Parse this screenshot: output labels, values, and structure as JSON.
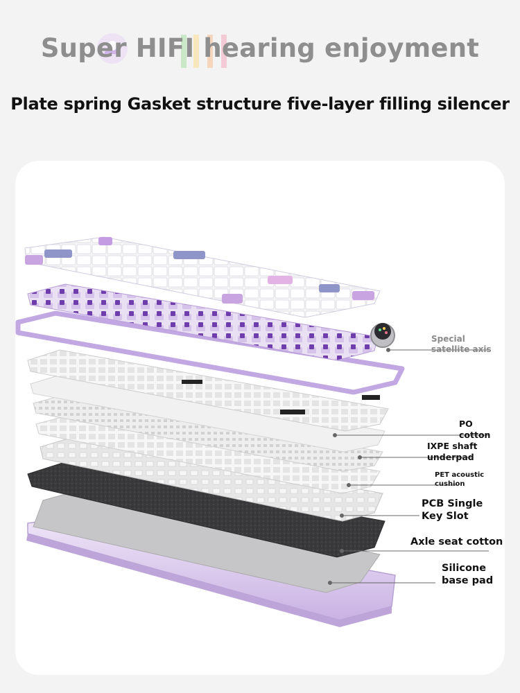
{
  "header": {
    "title": "Super HIFI hearing enjoyment",
    "subtitle": "Plate spring Gasket structure five-layer filling silencer"
  },
  "colors": {
    "background": "#f3f3f3",
    "card": "#ffffff",
    "accent_purple": "#b79bd6",
    "switch_purple": "#7340b0",
    "foam_dark": "#3a3a3c"
  },
  "icons": [
    "brand-logo-icon",
    "knob-display-icon"
  ],
  "callouts": {
    "satellite": {
      "line1": "Special",
      "line2": "satellite axis"
    },
    "po": {
      "line1": "PO",
      "line2": "cotton"
    },
    "ixpe": {
      "line1": "IXPE shaft",
      "line2": "underpad"
    },
    "pet": {
      "line1": "PET acoustic",
      "line2": "cushion"
    },
    "pcb": {
      "line1": "PCB Single",
      "line2": "Key Slot"
    },
    "axle": {
      "line1": "Axle seat cotton"
    },
    "silicone": {
      "line1": "Silicone",
      "line2": "base pad"
    }
  }
}
